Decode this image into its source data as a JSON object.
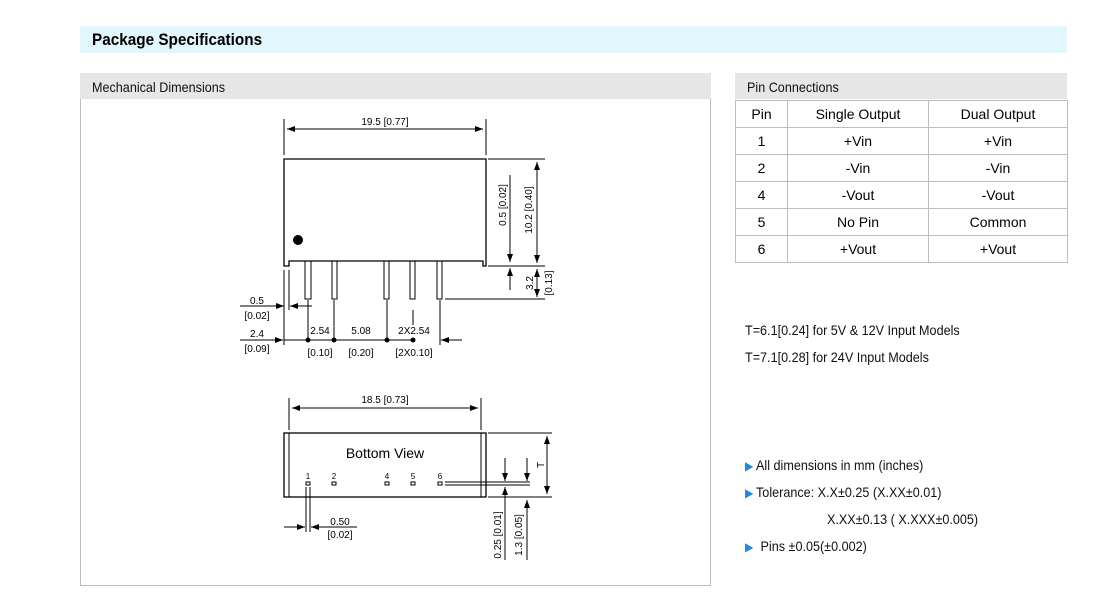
{
  "title": "Package Specifications",
  "mechanical": {
    "heading": "Mechanical Dimensions",
    "side_view": {
      "width": "19.5 [0.77]",
      "height": "10.2 [0.40]",
      "standoff": "0.5 [0.02]",
      "pin_len_mm": "3.2",
      "pin_len_in": "[0.13]",
      "pin_offset_mm": "0.5",
      "pin_offset_in": "[0.02]",
      "edge_mm": "2.4",
      "edge_in": "[0.09]",
      "pitch1_mm": "2.54",
      "pitch1_in": "[0.10]",
      "pitch2_mm": "5.08",
      "pitch2_in": "[0.20]",
      "pitch3_mm": "2X2.54",
      "pitch3_in": "[2X0.10]"
    },
    "bottom_view": {
      "label": "Bottom View",
      "width": "18.5 [0.73]",
      "pins": [
        "1",
        "2",
        "4",
        "5",
        "6"
      ],
      "height_label": "T",
      "pin_w_mm": "0.50",
      "pin_w_in": "[0.02]",
      "pin_t": "0.25 [0.01]",
      "pin_pos": "1.3 [0.05]"
    }
  },
  "pins": {
    "heading": "Pin Connections",
    "columns": [
      "Pin",
      "Single Output",
      "Dual Output"
    ],
    "rows": [
      [
        "1",
        "+Vin",
        "+Vin"
      ],
      [
        "2",
        "-Vin",
        "-Vin"
      ],
      [
        "4",
        "-Vout",
        "-Vout"
      ],
      [
        "5",
        "No Pin",
        "Common"
      ],
      [
        "6",
        "+Vout",
        "+Vout"
      ]
    ]
  },
  "notes": {
    "t1": "T=6.1[0.24] for 5V & 12V Input Models",
    "t2": "T=7.1[0.28] for 24V Input Models",
    "bullets": [
      "All dimensions in mm (inches)",
      "Tolerance: X.X±0.25 (X.XX±0.01)",
      "Pins ±0.05(±0.002)"
    ],
    "tolerance_line2": "X.XX±0.13 ( X.XXX±0.005)",
    "bullet_color": "#1e88e5"
  }
}
